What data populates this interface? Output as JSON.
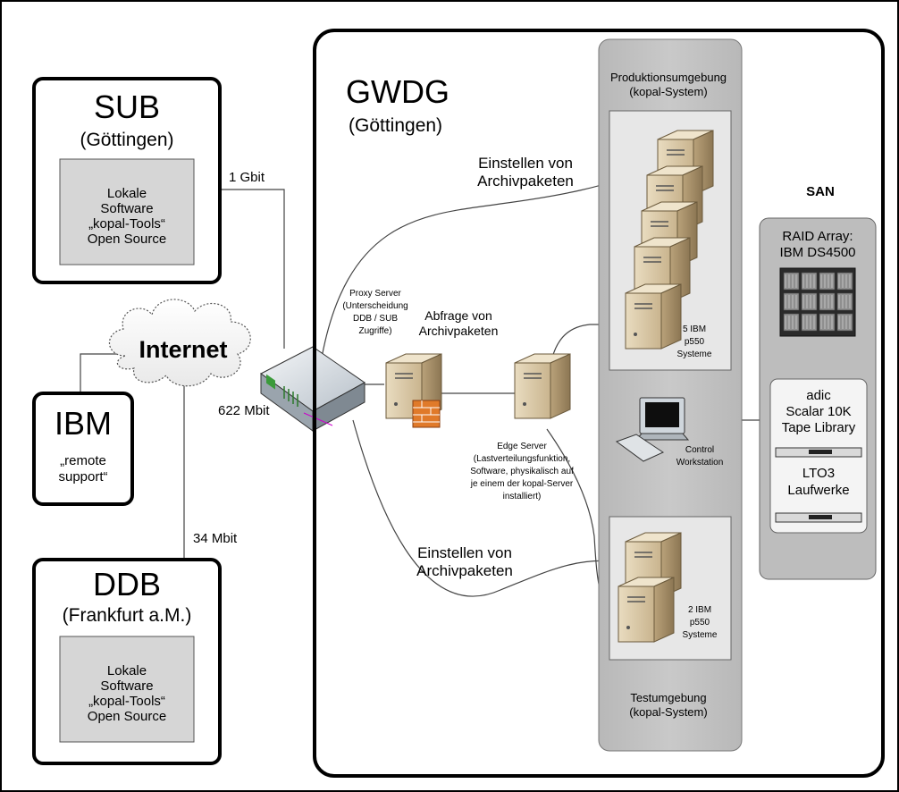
{
  "sub": {
    "title": "SUB",
    "location": "(Göttingen)",
    "software": [
      "Lokale",
      "Software",
      "„kopal-Tools“",
      "Open Source"
    ]
  },
  "ibm": {
    "title": "IBM",
    "subtitle": [
      "„remote",
      "support“"
    ]
  },
  "ddb": {
    "title": "DDB",
    "location": "(Frankfurt a.M.)",
    "software": [
      "Lokale",
      "Software",
      "„kopal-Tools“",
      "Open Source"
    ]
  },
  "internet": {
    "label": "Internet"
  },
  "links": {
    "sub_speed": "1 Gbit",
    "gwdg_speed": "622 Mbit",
    "ddb_speed": "34 Mbit"
  },
  "gwdg": {
    "title": "GWDG",
    "location": "(Göttingen)",
    "ingest_top": [
      "Einstellen von",
      "Archivpaketen"
    ],
    "ingest_bottom": [
      "Einstellen von",
      "Archivpaketen"
    ],
    "query": [
      "Abfrage von",
      "Archivpaketen"
    ],
    "proxy": [
      "Proxy Server",
      "(Unterscheidung",
      "DDB / SUB",
      "Zugriffe)"
    ],
    "edge": [
      "Edge Server",
      "(Lastverteilungsfunktion,",
      "Software, physikalisch auf",
      "je einem der kopal-Server",
      "installiert)"
    ],
    "control": [
      "Control",
      "Workstation"
    ]
  },
  "prod": {
    "title": [
      "Produktionsumgebung",
      "(kopal-System)"
    ],
    "servers_label": [
      "5 IBM",
      "p550",
      "Systeme"
    ]
  },
  "test": {
    "title": [
      "Testumgebung",
      "(kopal-System)"
    ],
    "servers_label": [
      "2 IBM",
      "p550",
      "Systeme"
    ]
  },
  "san": {
    "label": "SAN",
    "raid": [
      "RAID Array:",
      "IBM DS4500"
    ],
    "tape": [
      "adic",
      "Scalar 10K",
      "Tape Library"
    ],
    "drives": [
      "LTO3",
      "Laufwerke"
    ]
  }
}
